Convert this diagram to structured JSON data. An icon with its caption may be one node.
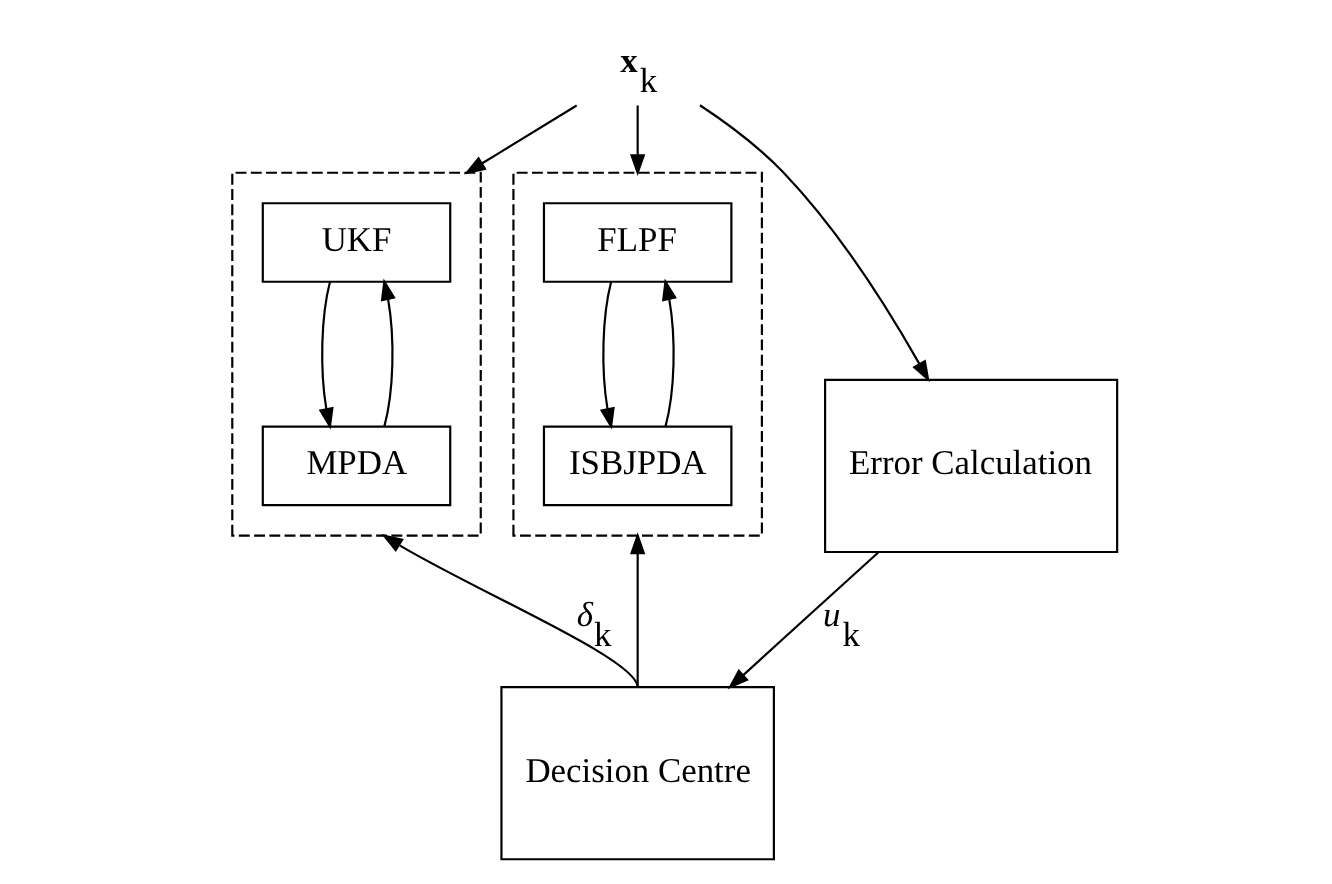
{
  "diagram": {
    "nodes": [
      {
        "text": [
          "**x**$_{k}$"
        ]
      },
      {
        "text": [],
        "shape": "box"
      },
      {
        "text": [
          "UKF"
        ],
        "in": 1
      },
      {
        "text": [
          "MPDA"
        ],
        "in": 1
      },
      {
        "text": [
          "Error Calculation"
        ]
      },
      {
        "text": [
          "Decision Centre"
        ]
      },
      {
        "text": [],
        "shape": "box"
      },
      {
        "text": [
          "FLPF"
        ],
        "in": 6
      },
      {
        "text": [
          "ISBJPDA"
        ],
        "in": 6
      }
    ],
    "edges": [
      {
        "from": 0,
        "to": 1,
        "arrow": "to"
      },
      {
        "from": 0,
        "to": 4,
        "arrow": "to"
      },
      {
        "from": 0,
        "to": 6,
        "arrow": "to"
      },
      {
        "from": 2,
        "to": 3,
        "arrow": "to"
      },
      {
        "from": 3,
        "to": 2,
        "arrow": "to"
      },
      {
        "from": 4,
        "to": 5,
        "arrow": "to",
        "label": "*u*$_{k}$"
      },
      {
        "from": 5,
        "to": 1,
        "arrow": "to",
        "label": "*δ*$_{k}$"
      },
      {
        "from": 5,
        "to": 6,
        "arrow": "to"
      },
      {
        "from": 7,
        "to": 8,
        "arrow": "to"
      },
      {
        "from": 8,
        "to": 7,
        "arrow": "to"
      }
    ]
  }
}
